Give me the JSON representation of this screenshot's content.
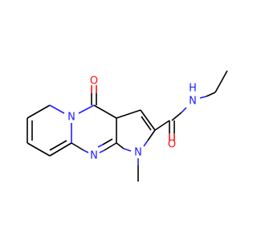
{
  "colors": {
    "carbon": "#000000",
    "nitrogen": "#2020ff",
    "oxygen": "#ff0d0d",
    "background": "#ffffff"
  },
  "labels": {
    "o_ketone": "O",
    "o_amide": "O",
    "n_pyridine": "N",
    "n_pyrimidine": "N",
    "n_pyrrole": "N",
    "n_amide": "N",
    "h_amide": "H"
  }
}
